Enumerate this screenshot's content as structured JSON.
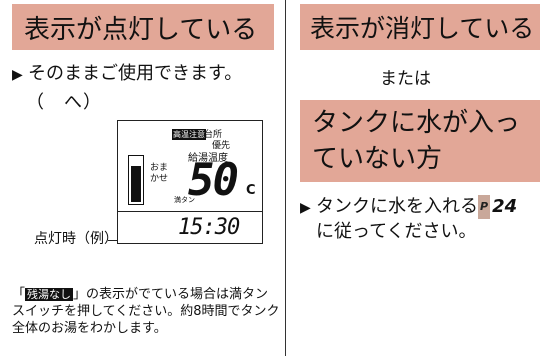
{
  "left": {
    "heading": "表示が点灯している",
    "bullet": "そのままご使用できます。",
    "paren": "（　へ）",
    "panel": {
      "tag_hot": "高温注意",
      "tag_room": "台所",
      "tag_priority": "優先",
      "tag_label": "給湯温度",
      "omakase": "おま\nかせ",
      "manta": "満タン",
      "temperature": "50",
      "unit": "C",
      "clock": "15:30"
    },
    "caption": "点灯時（例）",
    "note_prefix": "「",
    "note_tag": "残湯なし",
    "note_body": "」の表示がでている場合は満タンスイッチを押してください。約8時間でタンク全体のお湯をわかします。"
  },
  "right": {
    "heading": "表示が消灯している",
    "or": "または",
    "heading2": "タンクに水が入っていない方",
    "bullet_text": "タンクに水を入れる",
    "page_ref_mark": "P",
    "page_ref": "24",
    "bullet_tail": "に従ってください。"
  }
}
